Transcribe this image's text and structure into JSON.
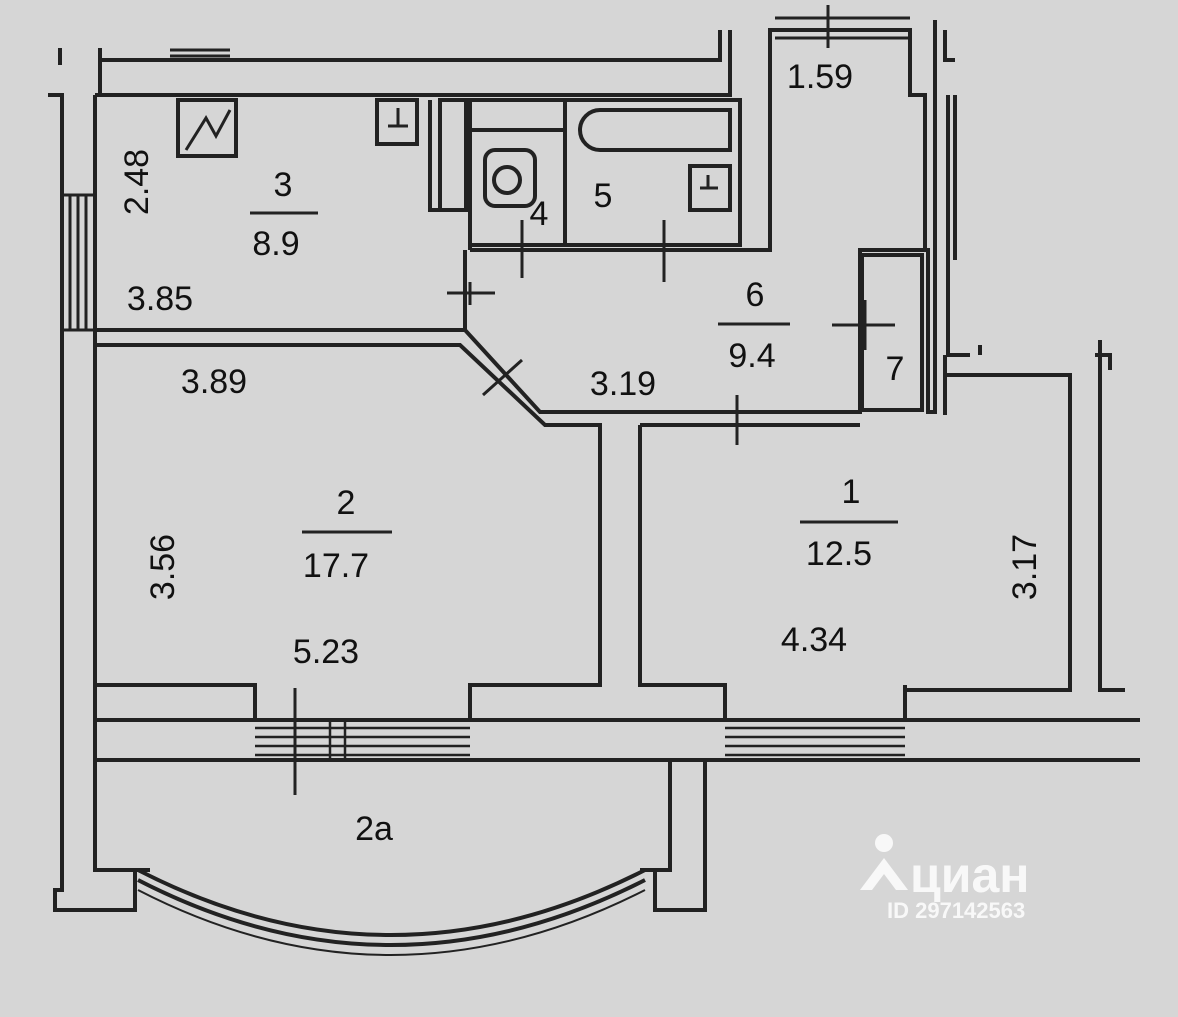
{
  "rooms": [
    {
      "id": "1",
      "number": "1",
      "area": "12.5",
      "width": "4.34",
      "depth": "3.17"
    },
    {
      "id": "2",
      "number": "2",
      "area": "17.7",
      "width": "5.23",
      "depth": "3.56",
      "top_width": "3.89"
    },
    {
      "id": "2a",
      "number": "2а"
    },
    {
      "id": "3",
      "number": "3",
      "area": "8.9",
      "width": "3.85",
      "depth": "2.48"
    },
    {
      "id": "4",
      "number": "4"
    },
    {
      "id": "5",
      "number": "5"
    },
    {
      "id": "6",
      "number": "6",
      "area": "9.4",
      "width": "3.19",
      "depth": "1.59"
    },
    {
      "id": "7",
      "number": "7"
    }
  ],
  "watermark": {
    "brand": "циан",
    "listing_id": "ID 297142563"
  },
  "colors": {
    "background": "#d6d6d6",
    "walls": "#222222",
    "wall_fill": "#cfcfcf",
    "watermark": "#ffffff"
  }
}
